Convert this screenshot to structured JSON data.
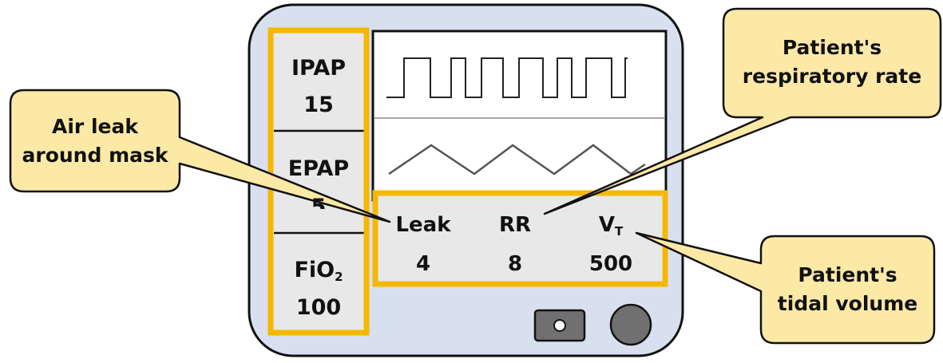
{
  "settings": [
    {
      "name": "IPAP",
      "value": "15"
    },
    {
      "name": "EPAP",
      "value": "5"
    },
    {
      "name": "FiO",
      "name_sub": "2",
      "value": "100"
    }
  ],
  "parameters": [
    {
      "name": "Leak",
      "value": "4"
    },
    {
      "name": "RR",
      "value": "8"
    },
    {
      "name": "V",
      "name_sub": "T",
      "value": "500"
    }
  ],
  "callouts": {
    "air_leak": [
      "Air leak",
      "around mask"
    ],
    "respiratory_rate": [
      "Patient's",
      "respiratory rate"
    ],
    "tidal_volume": [
      "Patient's",
      "tidal volume"
    ]
  },
  "colors": {
    "device_body": "#d8e0f0",
    "panel": "#e8e8e8",
    "highlight": "#f5b800",
    "callout_fill": "#fde9a6",
    "knob": "#707070"
  },
  "icons": {
    "pressure_waveform": "square-wave",
    "flow_waveform": "triangle-wave",
    "button": "rounded-rect-with-circle",
    "knob": "filled-circle"
  }
}
